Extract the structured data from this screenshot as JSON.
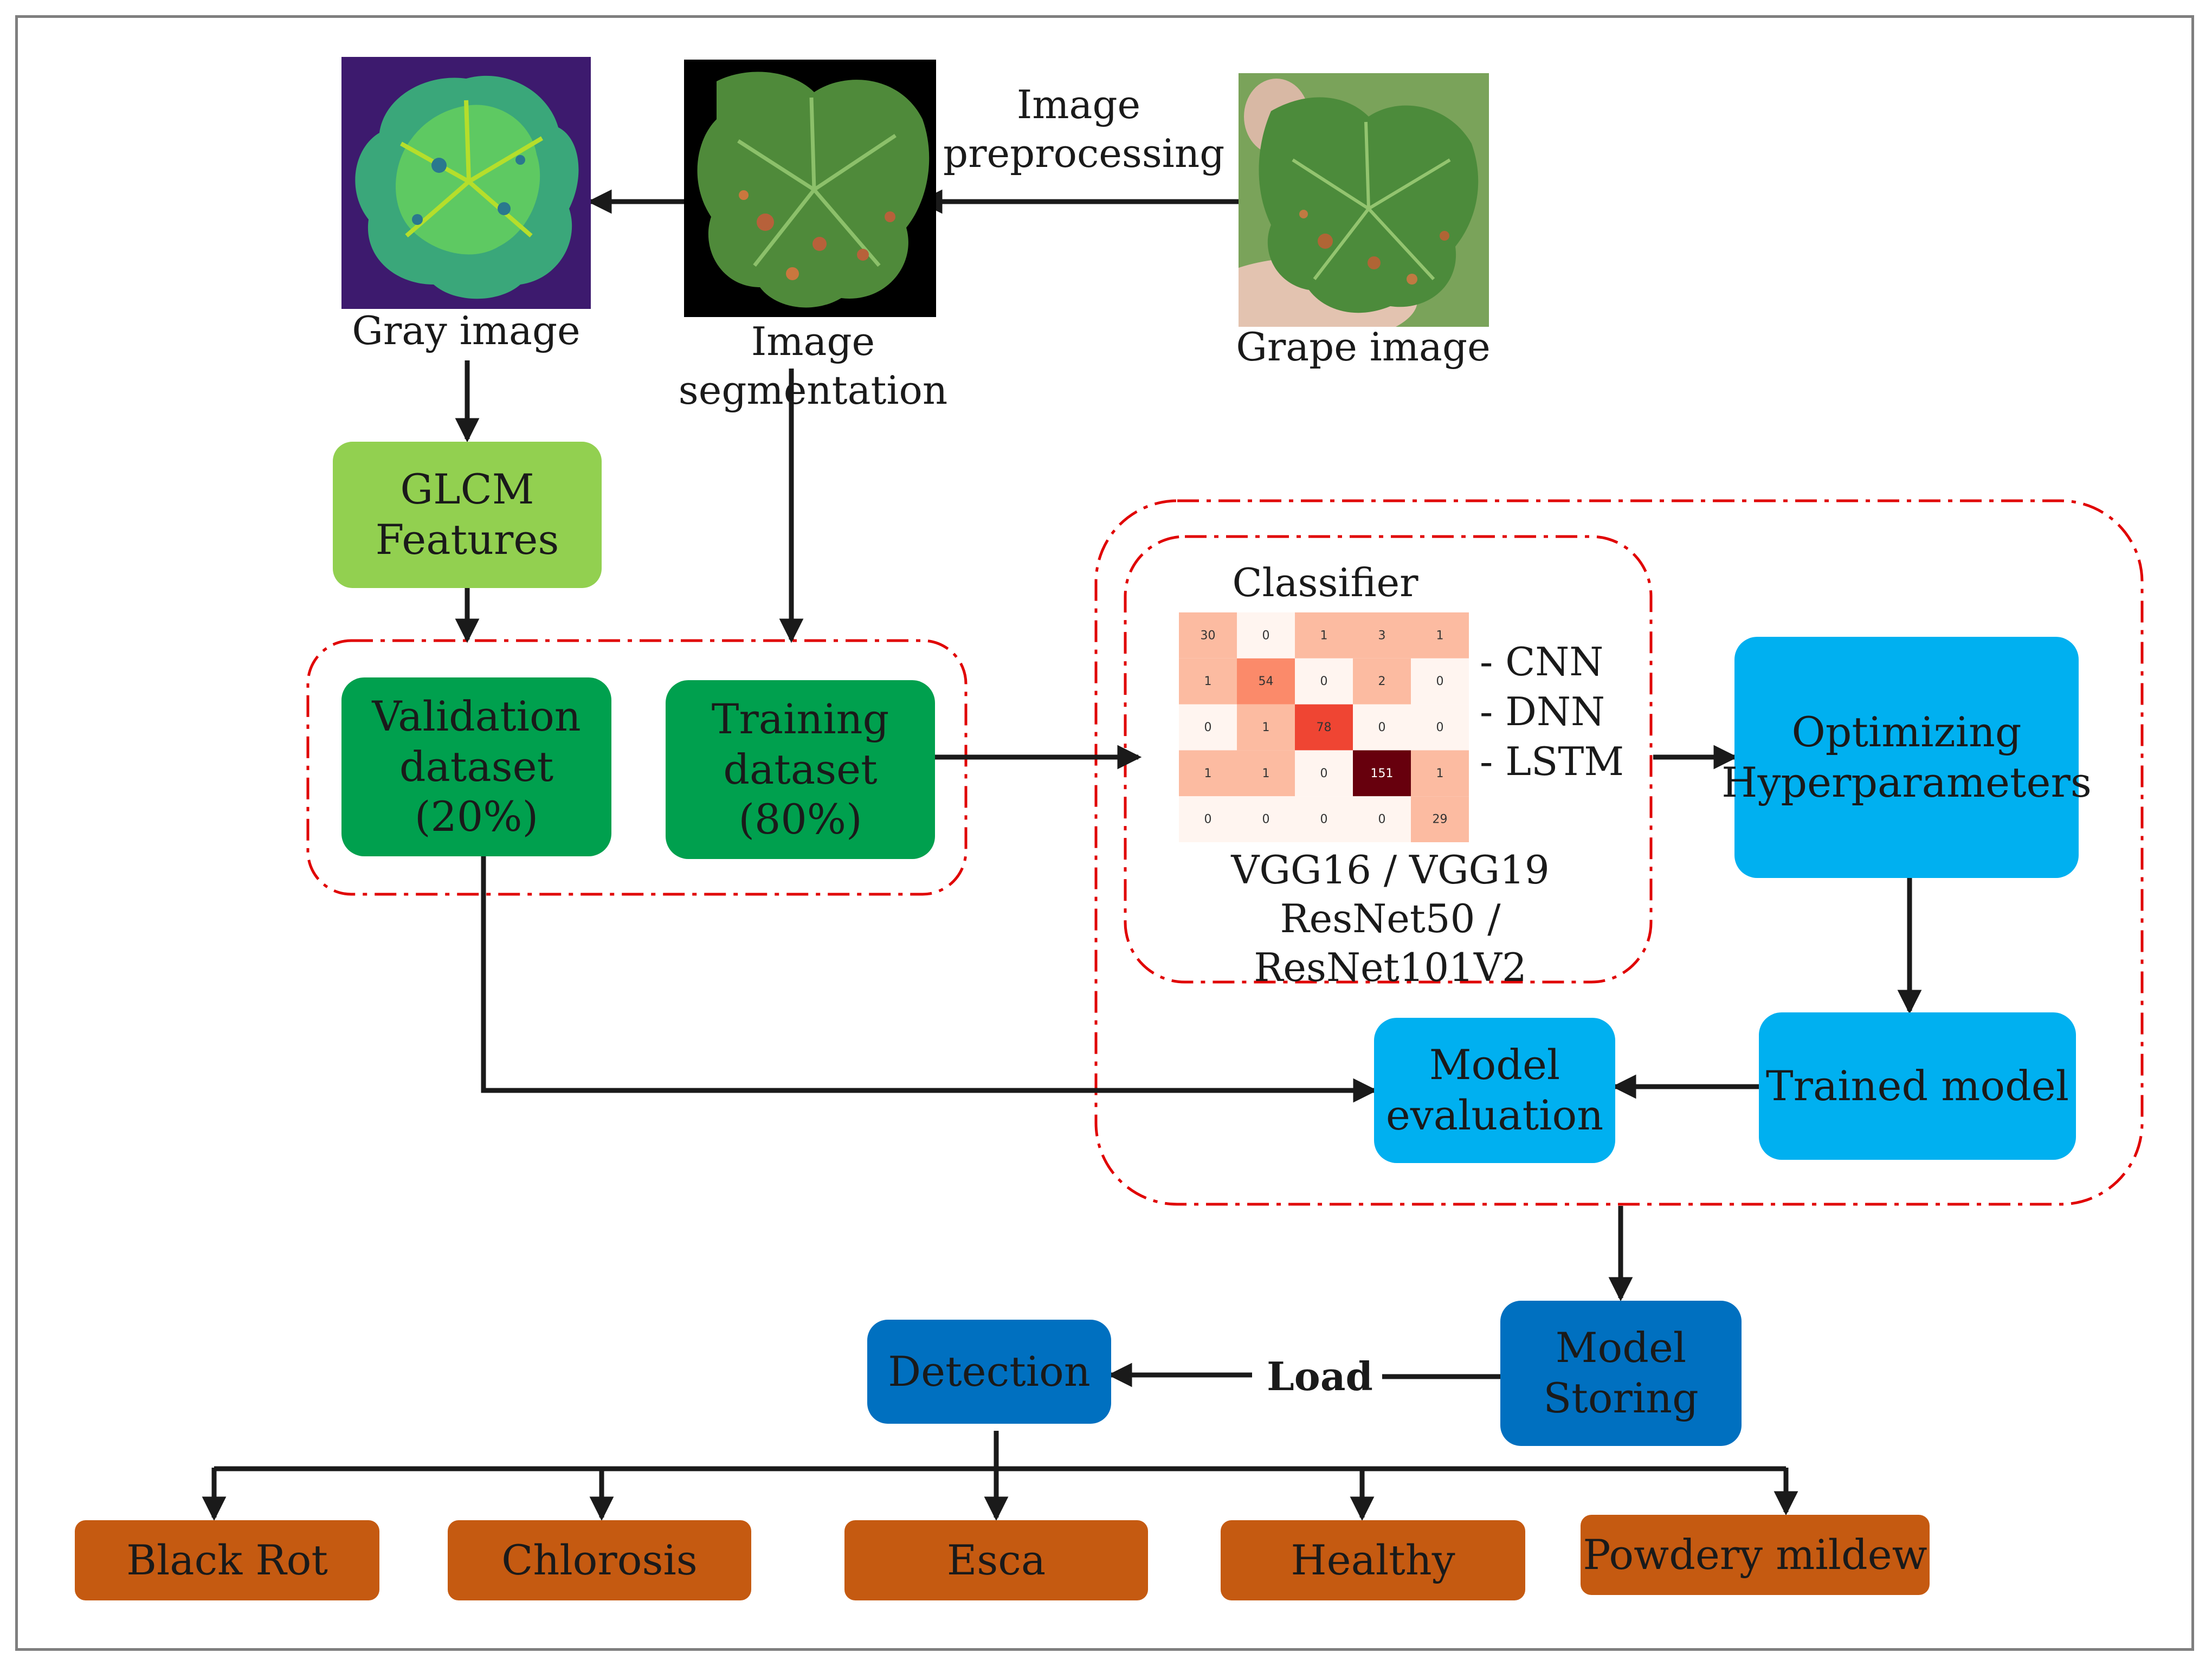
{
  "nodes": {
    "image_preprocessing": "Image\npreprocessing",
    "gray_image": "Gray image",
    "image_segmentation": "Image segmentation",
    "grape_image": "Grape image",
    "glcm_features": "GLCM\nFeatures",
    "validation_dataset": "Validation\ndataset\n(20%)",
    "training_dataset": "Training\ndataset\n(80%)",
    "classifier": "Classifier",
    "models_list": [
      "- CNN",
      "- DNN",
      "- LSTM"
    ],
    "backbones_line1": "VGG16 / VGG19",
    "backbones_line2": "ResNet50 / ResNet101V2",
    "optimizing": "Optimizing\nHyperparameters",
    "trained_model": "Trained model",
    "model_evaluation": "Model\nevaluation",
    "model_storing": "Model\nStoring",
    "load": "Load",
    "detection": "Detection",
    "classes": [
      "Black Rot",
      "Chlorosis",
      "Esca",
      "Healthy",
      "Powdery mildew"
    ]
  },
  "confusion_matrix": {
    "values": [
      [
        30,
        0,
        1,
        3,
        1
      ],
      [
        1,
        54,
        0,
        2,
        0
      ],
      [
        0,
        1,
        78,
        0,
        0
      ],
      [
        1,
        1,
        0,
        151,
        1
      ],
      [
        0,
        0,
        0,
        0,
        29
      ]
    ]
  },
  "colors": {
    "glcm": "#92d050",
    "dataset": "#00a04e",
    "model_light": "#00b0f0",
    "model_dark": "#0070c0",
    "class": "#c55a11",
    "dashed_border": "#e00000"
  }
}
